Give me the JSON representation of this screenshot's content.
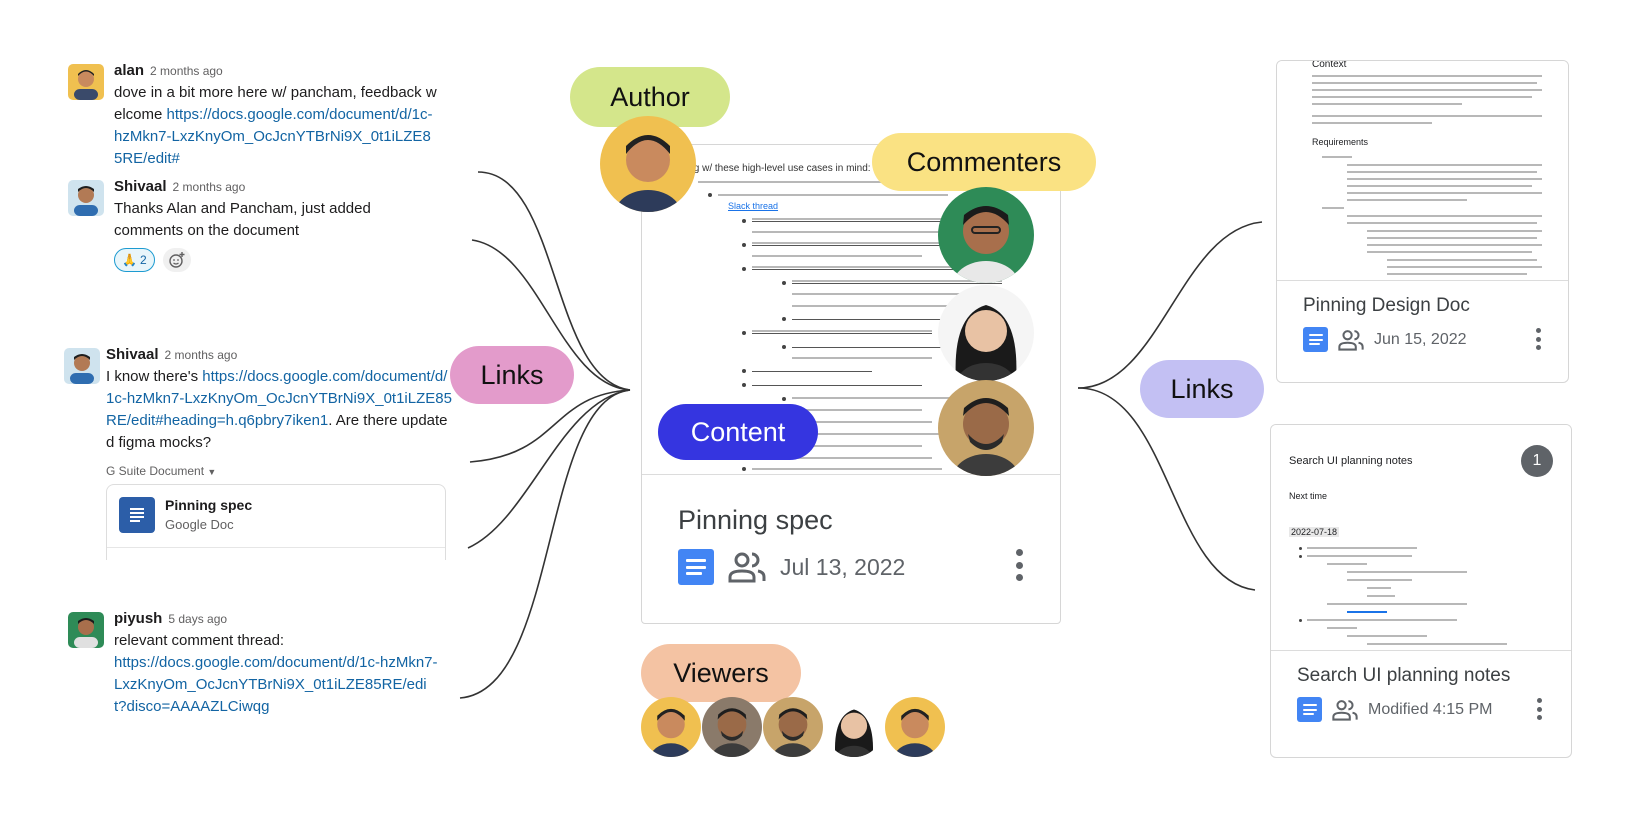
{
  "messages": [
    {
      "name": "alan",
      "time": "2 months ago",
      "text": "dove in a bit more here w/ pancham, feedback welcome ",
      "link": "https://docs.google.com/document/d/1c-hzMkn7-LxzKnyOm_OcJcnYTBrNi9X_0t1iLZE85RE/edit#"
    },
    {
      "name": "Shivaal",
      "time": "2 months ago",
      "text": "Thanks Alan and Pancham, just added comments on the document",
      "reaction_emoji": "🙏",
      "reaction_count": "2"
    },
    {
      "name": "Shivaal",
      "time": "2 months ago",
      "text_before": "I know there's ",
      "link": "https://docs.google.com/document/d/1c-hzMkn7-LxzKnyOm_OcJcnYTBrNi9X_0t1iLZE85RE/edit#heading=h.q6pbry7iken1",
      "text_after": ". Are there updated figma mocks?",
      "attachment_label": "G Suite Document",
      "attachment_title": "Pinning spec",
      "attachment_sub": "Google Doc"
    },
    {
      "name": "piyush",
      "time": "5 days ago",
      "text": "relevant comment thread:",
      "link": "https://docs.google.com/document/d/1c-hzMkn7-LxzKnyOm_OcJcnYTBrNi9X_0t1iLZE85RE/edit?disco=AAAAZLCiwqg"
    }
  ],
  "labels": {
    "author": "Author",
    "commenters": "Commenters",
    "links_left": "Links",
    "content": "Content",
    "viewers": "Viewers",
    "links_right": "Links"
  },
  "center_doc": {
    "title": "Pinning spec",
    "date": "Jul 13, 2022",
    "preview_heading": "ing w/ these high-level use cases in mind:",
    "preview_link": "Slack thread"
  },
  "right_docs": [
    {
      "title": "Pinning Design Doc",
      "date": "Jun 15, 2022",
      "preview_heading": "Context",
      "preview_sub": "Requirements"
    },
    {
      "title": "Search UI planning notes",
      "date": "Modified 4:15 PM",
      "preview_heading": "Search UI planning notes",
      "preview_next": "Next time",
      "preview_date": "2022-07-18",
      "badge": "1"
    }
  ],
  "colors": {
    "author": "#d4e68b",
    "commenters": "#fae283",
    "links_left": "#e39bcb",
    "content": "#3535e0",
    "viewers": "#f4c3a3",
    "links_right": "#c3c0f3",
    "slack_link": "#1264a3",
    "docs_blue": "#4285f4"
  }
}
